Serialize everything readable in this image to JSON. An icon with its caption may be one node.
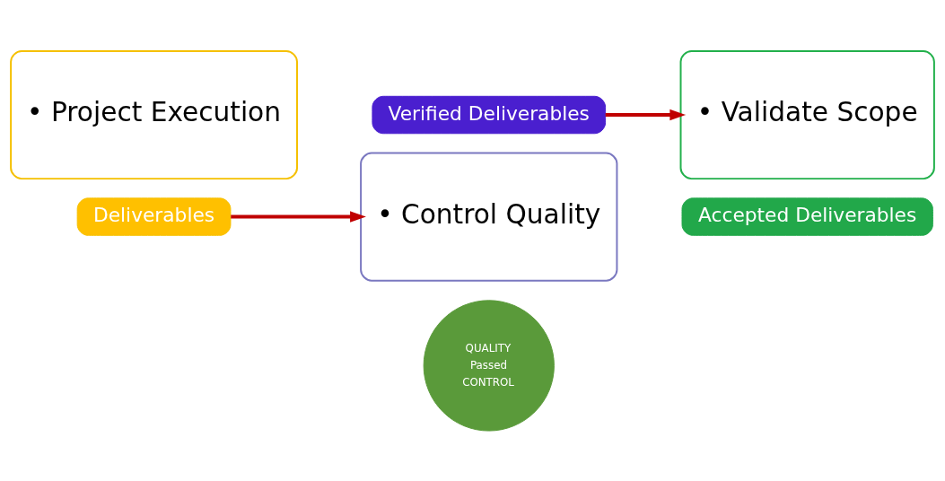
{
  "diagram": {
    "nodes": [
      {
        "text": [
          "• Project Execution"
        ]
      },
      {
        "text": [
          "Deliverables"
        ]
      },
      {
        "text": [
          "Verified Deliverables"
        ]
      },
      {
        "text": [
          "• Control Quality"
        ]
      },
      {
        "text": [
          "• Validate Scope"
        ]
      },
      {
        "text": [
          "Accepted Deliverables"
        ]
      }
    ],
    "edges": [
      {
        "from": 1,
        "to": 3,
        "arrow": "to"
      },
      {
        "from": 2,
        "to": 4,
        "arrow": "to"
      }
    ],
    "labels": [
      "QUALITY",
      "Passed",
      "CONTROL"
    ]
  }
}
